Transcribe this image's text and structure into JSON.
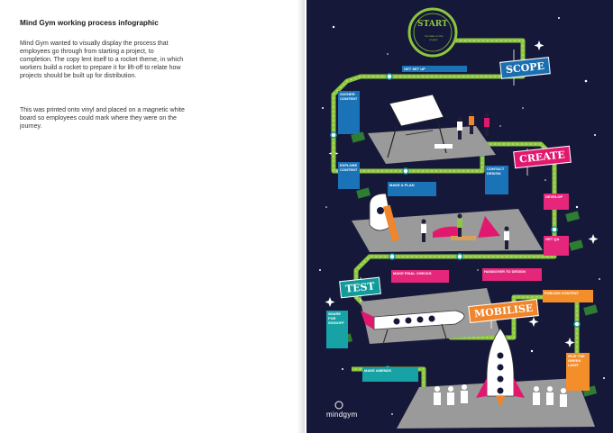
{
  "doc": {
    "title": "Mind Gym working process infographic",
    "paragraph1": "Mind Gym wanted to visually display the process that employees go through from starting a project, to completion. The copy lent itself to a rocket theme, in which workers build a rocket to prepare it for lift-off to relate how projects should be built up for distribution.",
    "paragraph2": "This was printed onto vinyl and placed on a magnetic white board so employees could mark where they were on the journey."
  },
  "poster": {
    "start_label": "START",
    "start_sub": "You take on the project",
    "stages": {
      "scope": "SCOPE",
      "create": "CREATE",
      "test": "TEST",
      "mobilise": "MOBILISE"
    },
    "steps": {
      "get_set_up": "GET SET UP",
      "gather_content": "GATHER CONTENT",
      "explore_content": "EXPLORE CONTENT",
      "contact_design": "CONTACT DESIGN",
      "make_a_plan": "MAKE A PLAN",
      "develop": "DEVELOP",
      "get_qa": "GET QA",
      "make_final_checks": "MAKE FINAL CHECKS",
      "handover_to_design": "HANDOVER TO DESIGN",
      "share_for_signoff": "SHARE FOR SIGNOFF",
      "publish_content": "PUBLISH CONTENT",
      "make_amends": "MAKE AMENDS",
      "give_the_green_light": "GIVE THE GREEN LIGHT"
    },
    "logo": "mindgym"
  },
  "colors": {
    "poster_bg": "#16183a",
    "path_green": "#8dc63f",
    "scope_blue": "#1b6fb0",
    "create_pink": "#e2186f",
    "test_teal": "#139a9a",
    "mobilise_orange": "#f0852b",
    "step_blue": "#1a73b6",
    "step_teal": "#17a3a6",
    "step_pink": "#e5267b",
    "step_orange": "#f38e2b"
  }
}
